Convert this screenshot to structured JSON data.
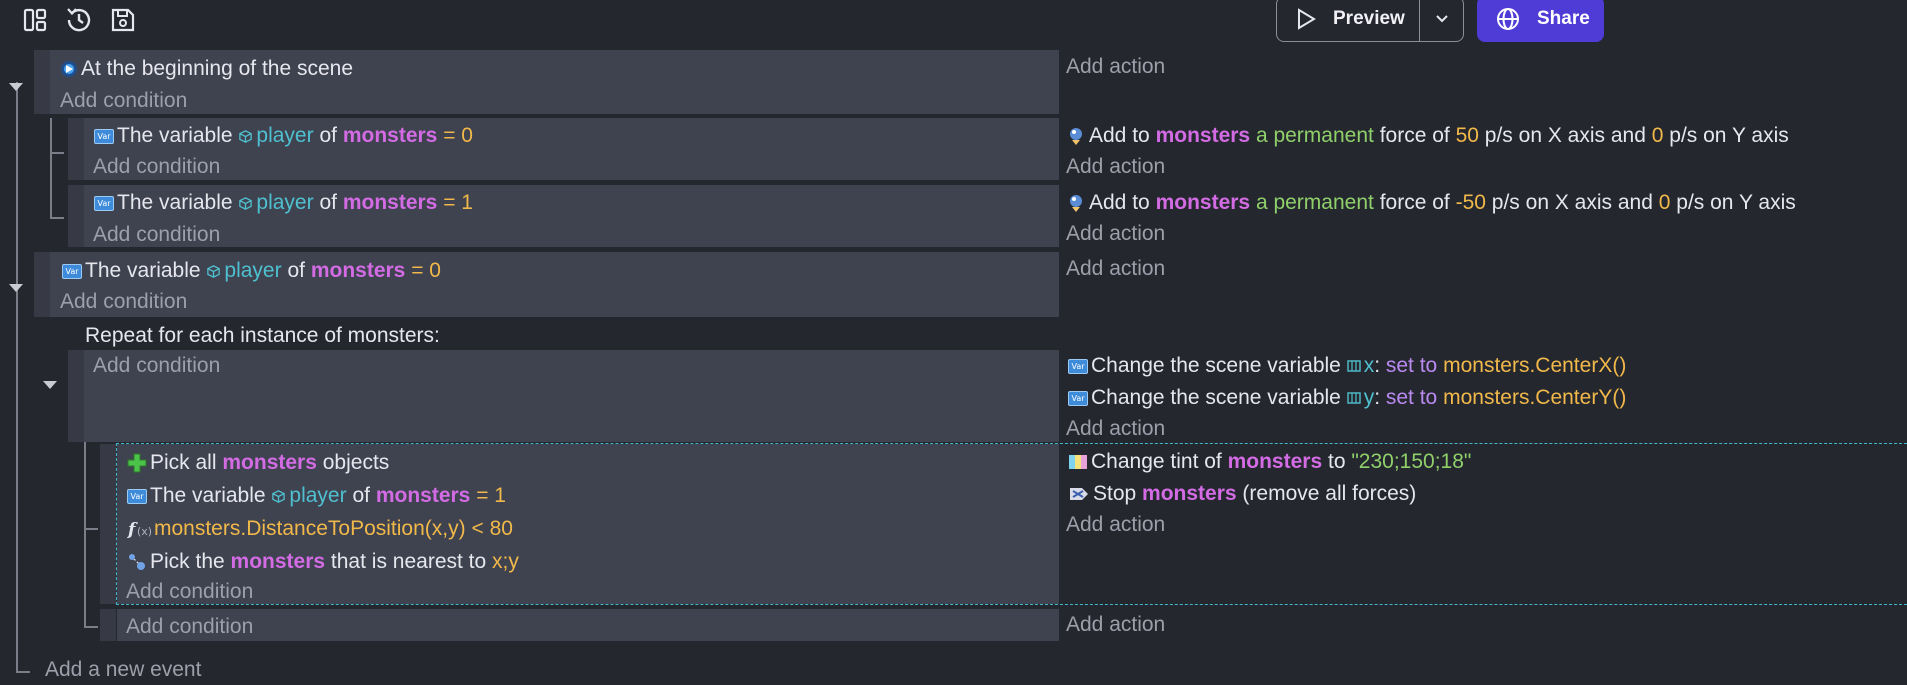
{
  "toolbar": {
    "icons": [
      "layout-icon",
      "history-icon",
      "save-icon"
    ],
    "preview_label": "Preview",
    "share_label": "Share"
  },
  "events": {
    "e1": {
      "condition_text": "At the beginning of the scene",
      "add_condition": "Add condition",
      "add_action": "Add action"
    },
    "e1a": {
      "c1": {
        "pre": "The variable",
        "var": "player",
        "of": "of",
        "obj": "monsters",
        "op": "=",
        "val": "0"
      },
      "add_condition": "Add condition",
      "a1": {
        "pre": "Add to",
        "obj": "monsters",
        "perm": "a permanent",
        "mid": "force of",
        "x": "50",
        "xunit": "p/s on X axis and",
        "y": "0",
        "yunit": "p/s on Y axis"
      },
      "add_action": "Add action"
    },
    "e1b": {
      "c1": {
        "pre": "The variable",
        "var": "player",
        "of": "of",
        "obj": "monsters",
        "op": "=",
        "val": "1"
      },
      "add_condition": "Add condition",
      "a1": {
        "pre": "Add to",
        "obj": "monsters",
        "perm": "a permanent",
        "mid": "force of",
        "x": "-50",
        "xunit": "p/s on X axis and",
        "y": "0",
        "yunit": "p/s on Y axis"
      },
      "add_action": "Add action"
    },
    "e2": {
      "c1": {
        "pre": "The variable",
        "var": "player",
        "of": "of",
        "obj": "monsters",
        "op": "=",
        "val": "0"
      },
      "add_condition": "Add condition",
      "add_action": "Add action"
    },
    "e2a": {
      "repeat_label": "Repeat for each instance of monsters:",
      "add_condition": "Add condition",
      "a1": {
        "pre": "Change the scene variable",
        "var": "x",
        "colon": ":",
        "op": "set to",
        "expr": "monsters.CenterX()"
      },
      "a2": {
        "pre": "Change the scene variable",
        "var": "y",
        "colon": ":",
        "op": "set to",
        "expr": "monsters.CenterY()"
      },
      "add_action": "Add action"
    },
    "e2b": {
      "c1": {
        "pre": "Pick all",
        "obj": "monsters",
        "post": "objects"
      },
      "c2": {
        "pre": "The variable",
        "var": "player",
        "of": "of",
        "obj": "monsters",
        "op": "=",
        "val": "1"
      },
      "c3": {
        "expr": "monsters.DistanceToPosition(x,y)",
        "op": "<",
        "val": "80"
      },
      "c4": {
        "pre": "Pick the",
        "obj": "monsters",
        "post": "that is nearest to",
        "target": "x;y"
      },
      "add_condition": "Add condition",
      "a1": {
        "pre": "Change tint of",
        "obj": "monsters",
        "to": "to",
        "val": "\"230;150;18\""
      },
      "a2": {
        "pre": "Stop",
        "obj": "monsters",
        "post": "(remove all forces)"
      },
      "add_action": "Add action"
    },
    "e2c": {
      "add_condition": "Add condition",
      "add_action": "Add action"
    },
    "add_event": "Add a new event"
  },
  "colors": {
    "background": "#25272f",
    "condition_bg": "#3f424f",
    "object": "#d36ce4",
    "variable": "#4fc0cf",
    "number": "#f1b84a",
    "share_button": "#4f3bd6"
  }
}
